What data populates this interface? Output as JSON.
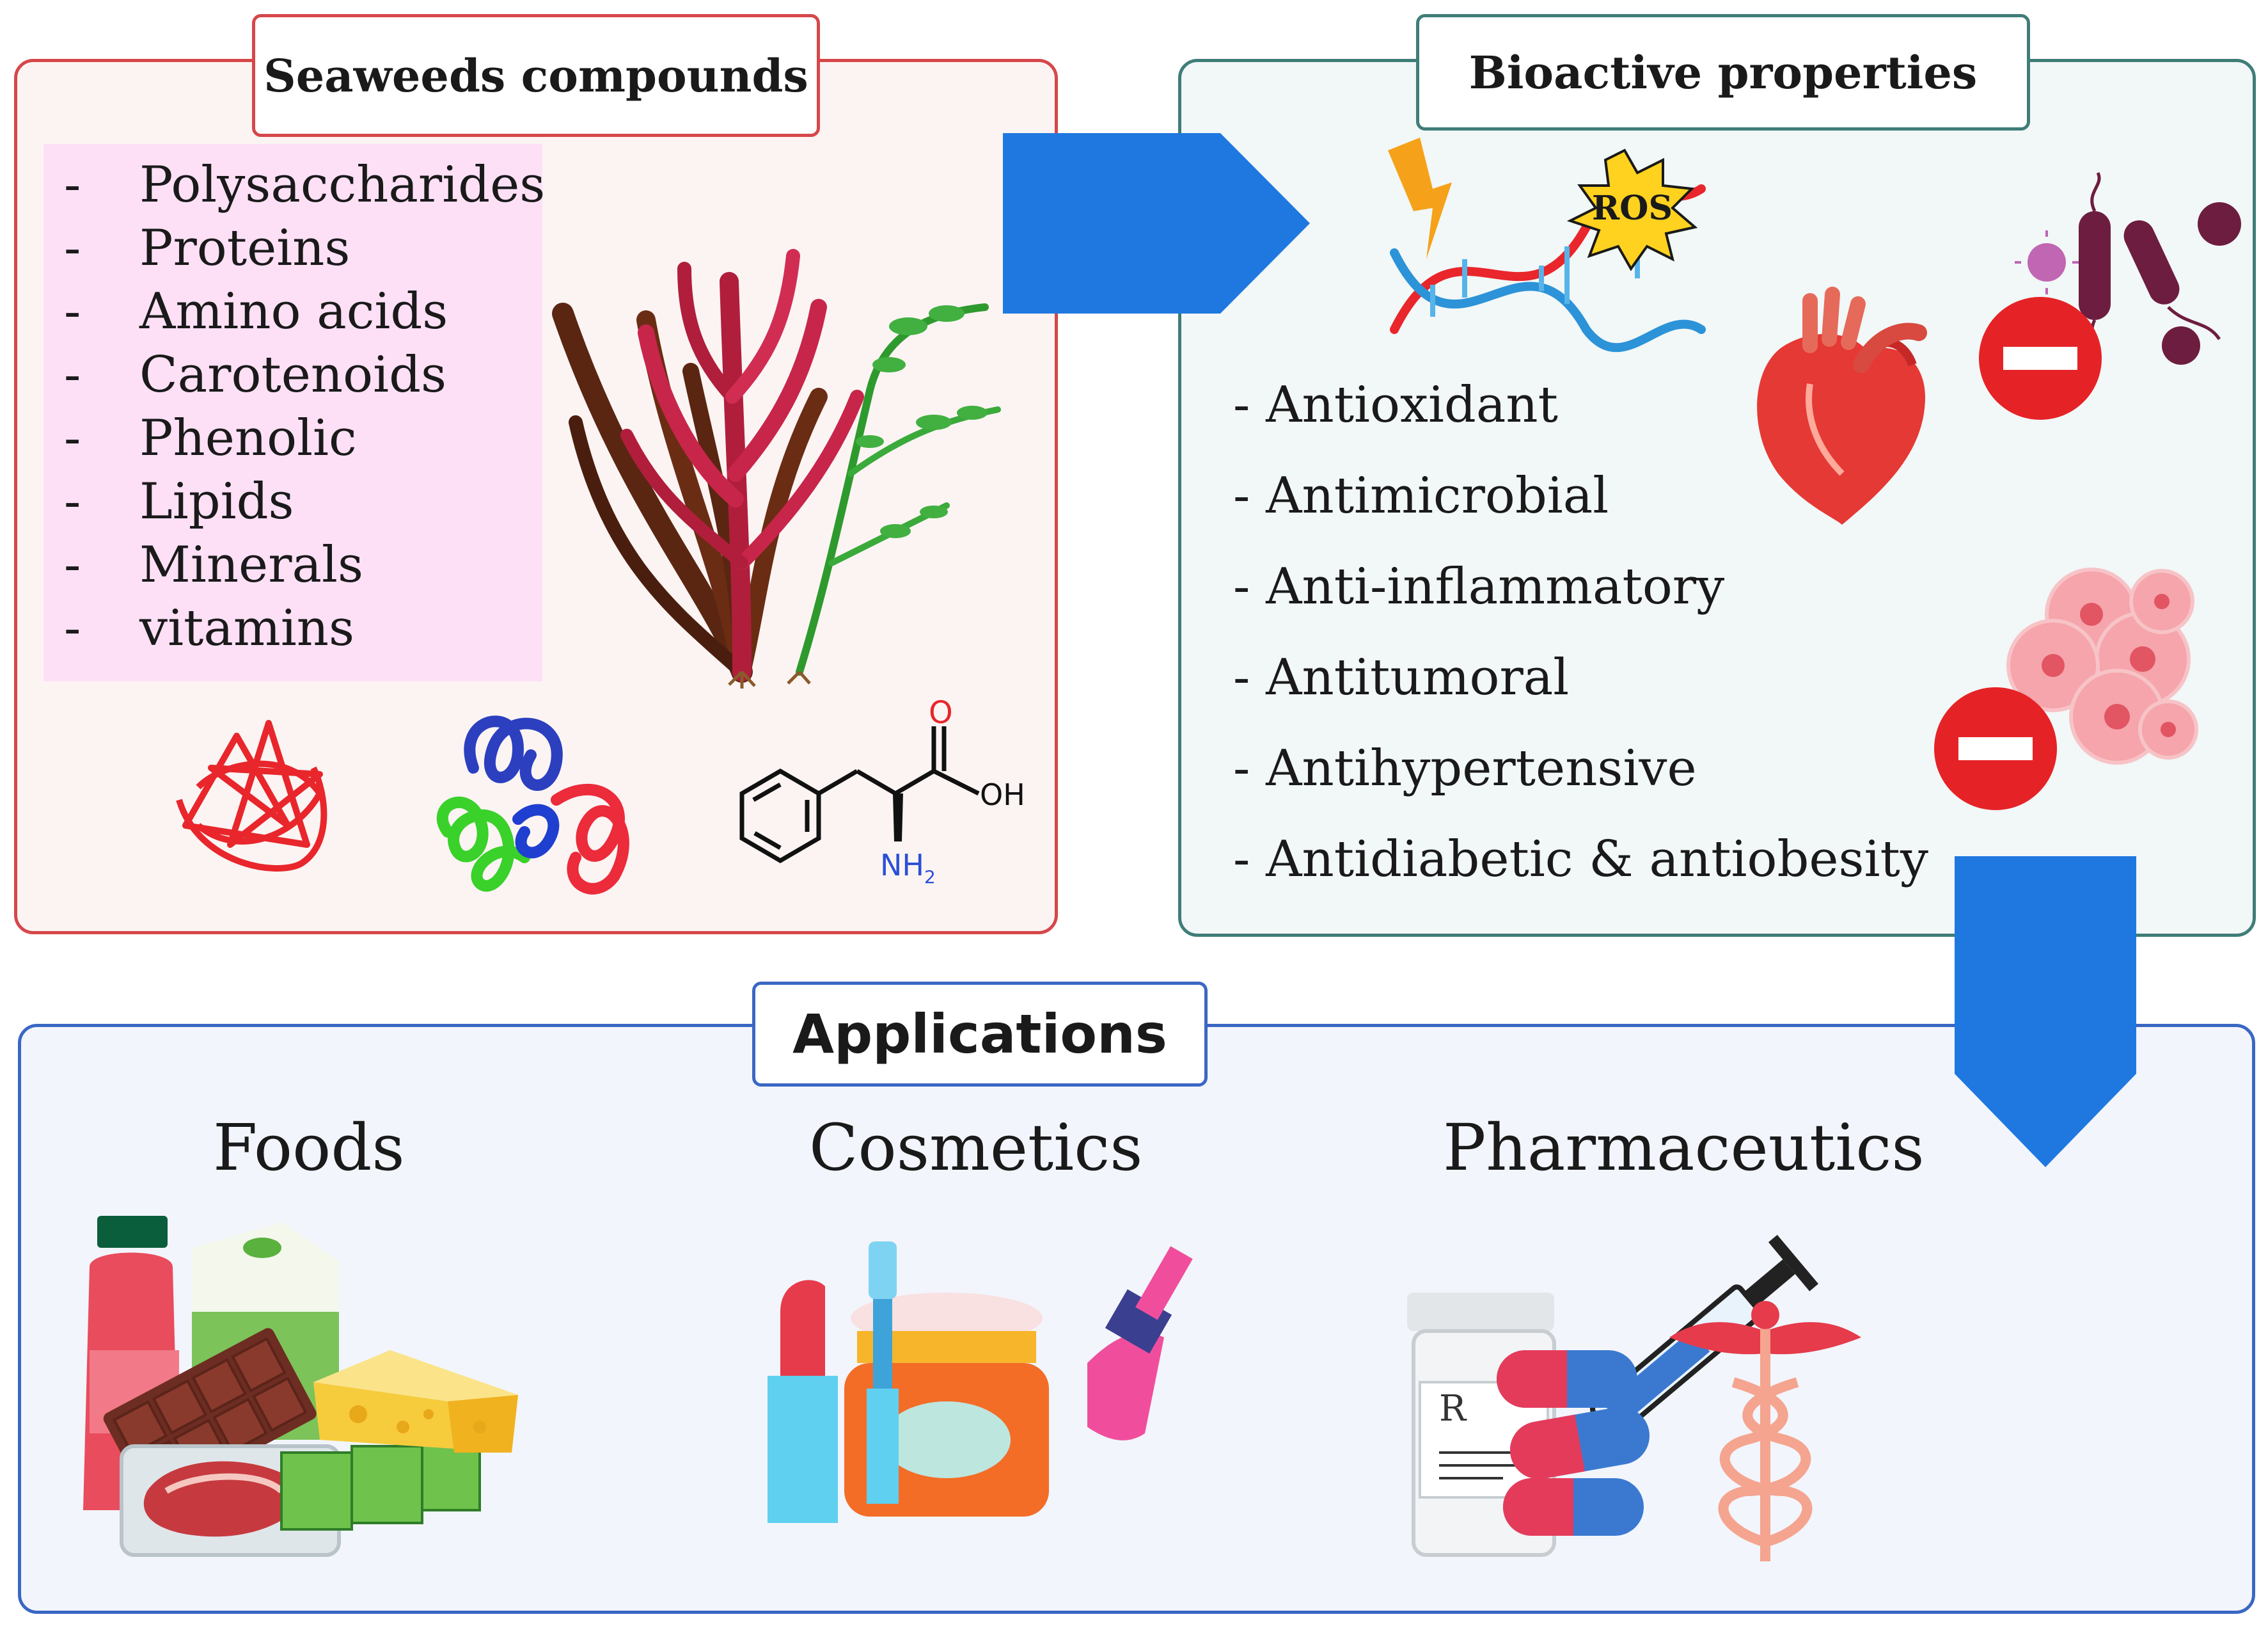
{
  "seaweeds": {
    "title": "Seaweeds compounds",
    "dash": "-",
    "items": [
      "Polysaccharides",
      "Proteins",
      "Amino acids",
      "Carotenoids",
      "Phenolic",
      "Lipids",
      "Minerals",
      "vitamins"
    ],
    "molecule": {
      "o": "O",
      "oh": "OH",
      "nh2": "NH",
      "nh2_sub": "2"
    }
  },
  "bioactive": {
    "title": "Bioactive properties",
    "ros": "ROS",
    "items": [
      "- Antioxidant",
      "- Antimicrobial",
      "- Anti-inflammatory",
      "- Antitumoral",
      "- Antihypertensive",
      "- Antidiabetic & antiobesity"
    ]
  },
  "applications": {
    "title": "Applications",
    "categories": [
      "Foods",
      "Cosmetics",
      "Pharmaceutics"
    ],
    "rx": "R"
  },
  "colors": {
    "seaweeds_border": "#d6474a",
    "bioactive_border": "#3f7d78",
    "applications_border": "#3a67c4",
    "arrow": "#1f78e0",
    "list_highlight": "#fde0f6"
  }
}
